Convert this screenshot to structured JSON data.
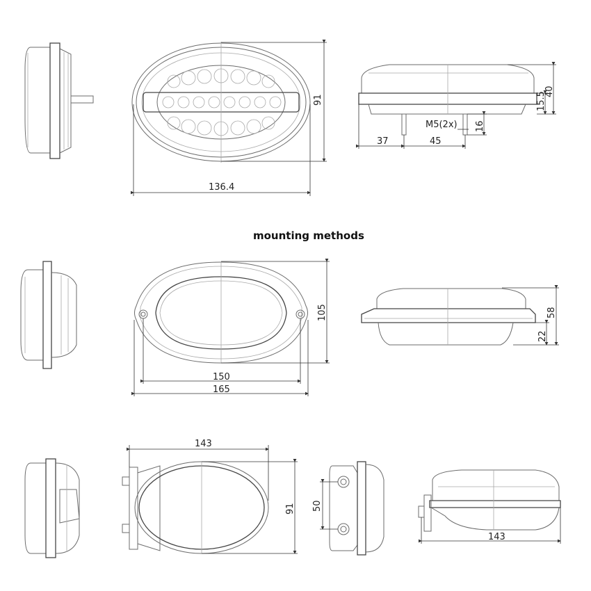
{
  "heading": "mounting methods",
  "dimensions": {
    "front_width": "136.4",
    "front_height": "91",
    "side_height_total": "40",
    "side_height_lower": "15.5",
    "stud_label": "M5(2x)",
    "stud_length": "16",
    "stud_offset_left": "37",
    "stud_spacing": "45",
    "flange_height": "105",
    "flange_hole_spacing": "150",
    "flange_width": "165",
    "flange_side_height": "58",
    "flange_lower_height": "22",
    "bracket_width": "143",
    "bracket_height": "91",
    "bracket_stud_spacing": "50",
    "bracket_side_width": "143"
  }
}
